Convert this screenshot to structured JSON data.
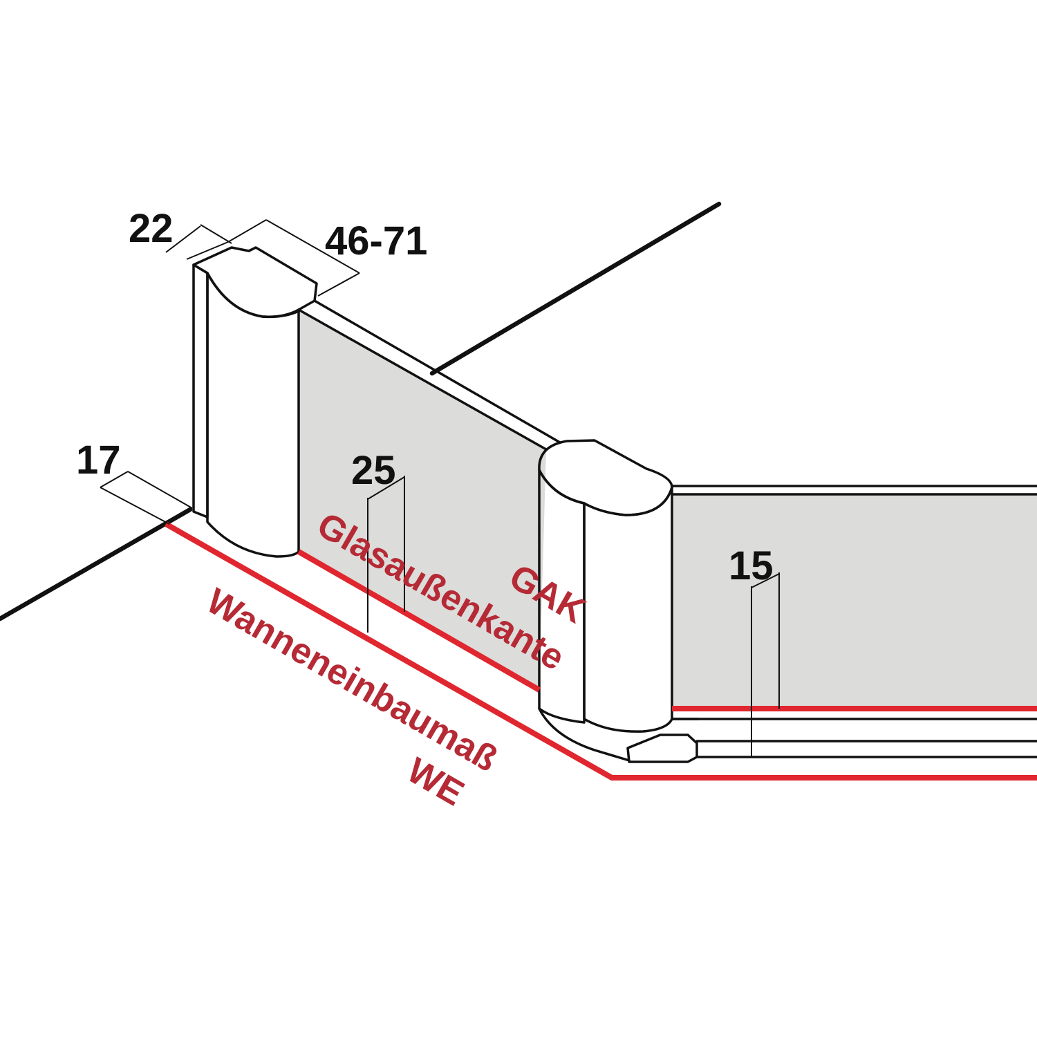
{
  "colors": {
    "red_line": "#e0262e",
    "red_text": "#b52a35",
    "glass_fill": "#dcdcda",
    "outline": "#111111"
  },
  "dimensions": {
    "profile_depth": "22",
    "adjustment_range": "46-71",
    "wall_offset": "17",
    "glass_offset_front": "25",
    "glass_offset_side": "15"
  },
  "labels": {
    "glass_outer_edge": "Glasaußenkante",
    "glass_outer_edge_abbr": "GAK",
    "tub_installation_size": "Wanneneinbaumaß",
    "tub_installation_abbr": "WE"
  }
}
